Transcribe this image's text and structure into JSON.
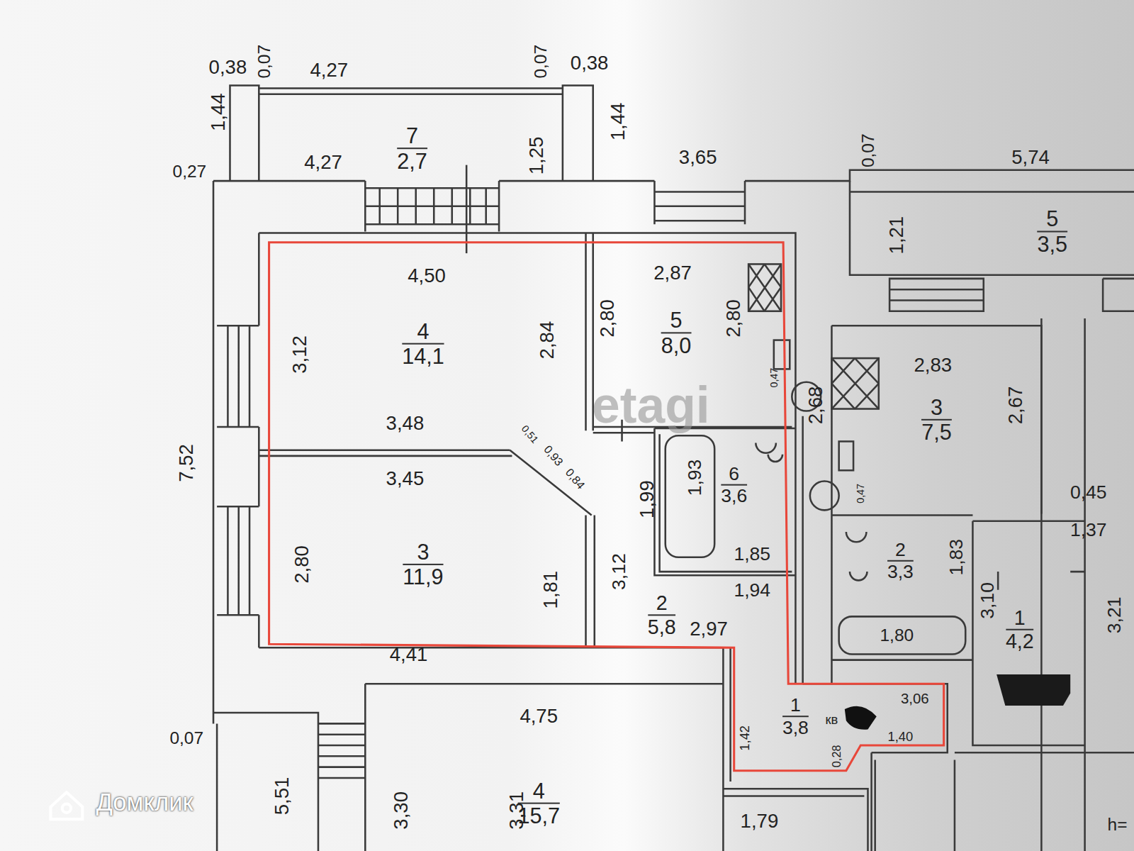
{
  "diagram": {
    "nodes": [
      {
        "text": [
          "7",
          "2,7"
        ]
      },
      {
        "text": [
          "4",
          "14,1"
        ]
      },
      {
        "text": [
          "3",
          "11,9"
        ]
      },
      {
        "text": [
          "5",
          "8,0"
        ]
      },
      {
        "text": [
          "6",
          "3,6"
        ]
      },
      {
        "text": [
          "2",
          "5,8"
        ]
      },
      {
        "text": [
          "1",
          "3,8"
        ]
      },
      {
        "text": [
          "5",
          "3,5"
        ]
      },
      {
        "text": [
          "3",
          "7,5"
        ]
      },
      {
        "text": [
          "2",
          "3,3"
        ]
      },
      {
        "text": [
          "1",
          "4,2"
        ]
      },
      {
        "text": [
          "4",
          "15,7"
        ]
      }
    ],
    "labels": [
      "0,38",
      "0,07",
      "4,27",
      "0,07",
      "0,38",
      "1,44",
      "0,27",
      "4,27",
      "1,25",
      "1,44",
      "3,65",
      "0,07",
      "5,74",
      "1,21",
      "4,50",
      "2,87",
      "3,12",
      "2,84",
      "2,80",
      "2,80",
      "3,48",
      "0,47",
      "3,45",
      "0,51",
      "0,93",
      "0,84",
      "2,80",
      "1,81",
      "4,41",
      "1,99",
      "1,93",
      "3,12",
      "1,85",
      "1,94",
      "2,97",
      "7,52",
      "2,83",
      "2,68",
      "2,67",
      "0,47",
      "0,45",
      "1,37",
      "1,83",
      "1,80",
      "3,10",
      "3,21",
      "3,06",
      "1,42",
      "кв",
      "1,40",
      "0,28",
      "0,07",
      "4,75",
      "5,51",
      "3,30",
      "3,31",
      "1,79",
      "h=",
      "etagi",
      "Домклик"
    ]
  }
}
